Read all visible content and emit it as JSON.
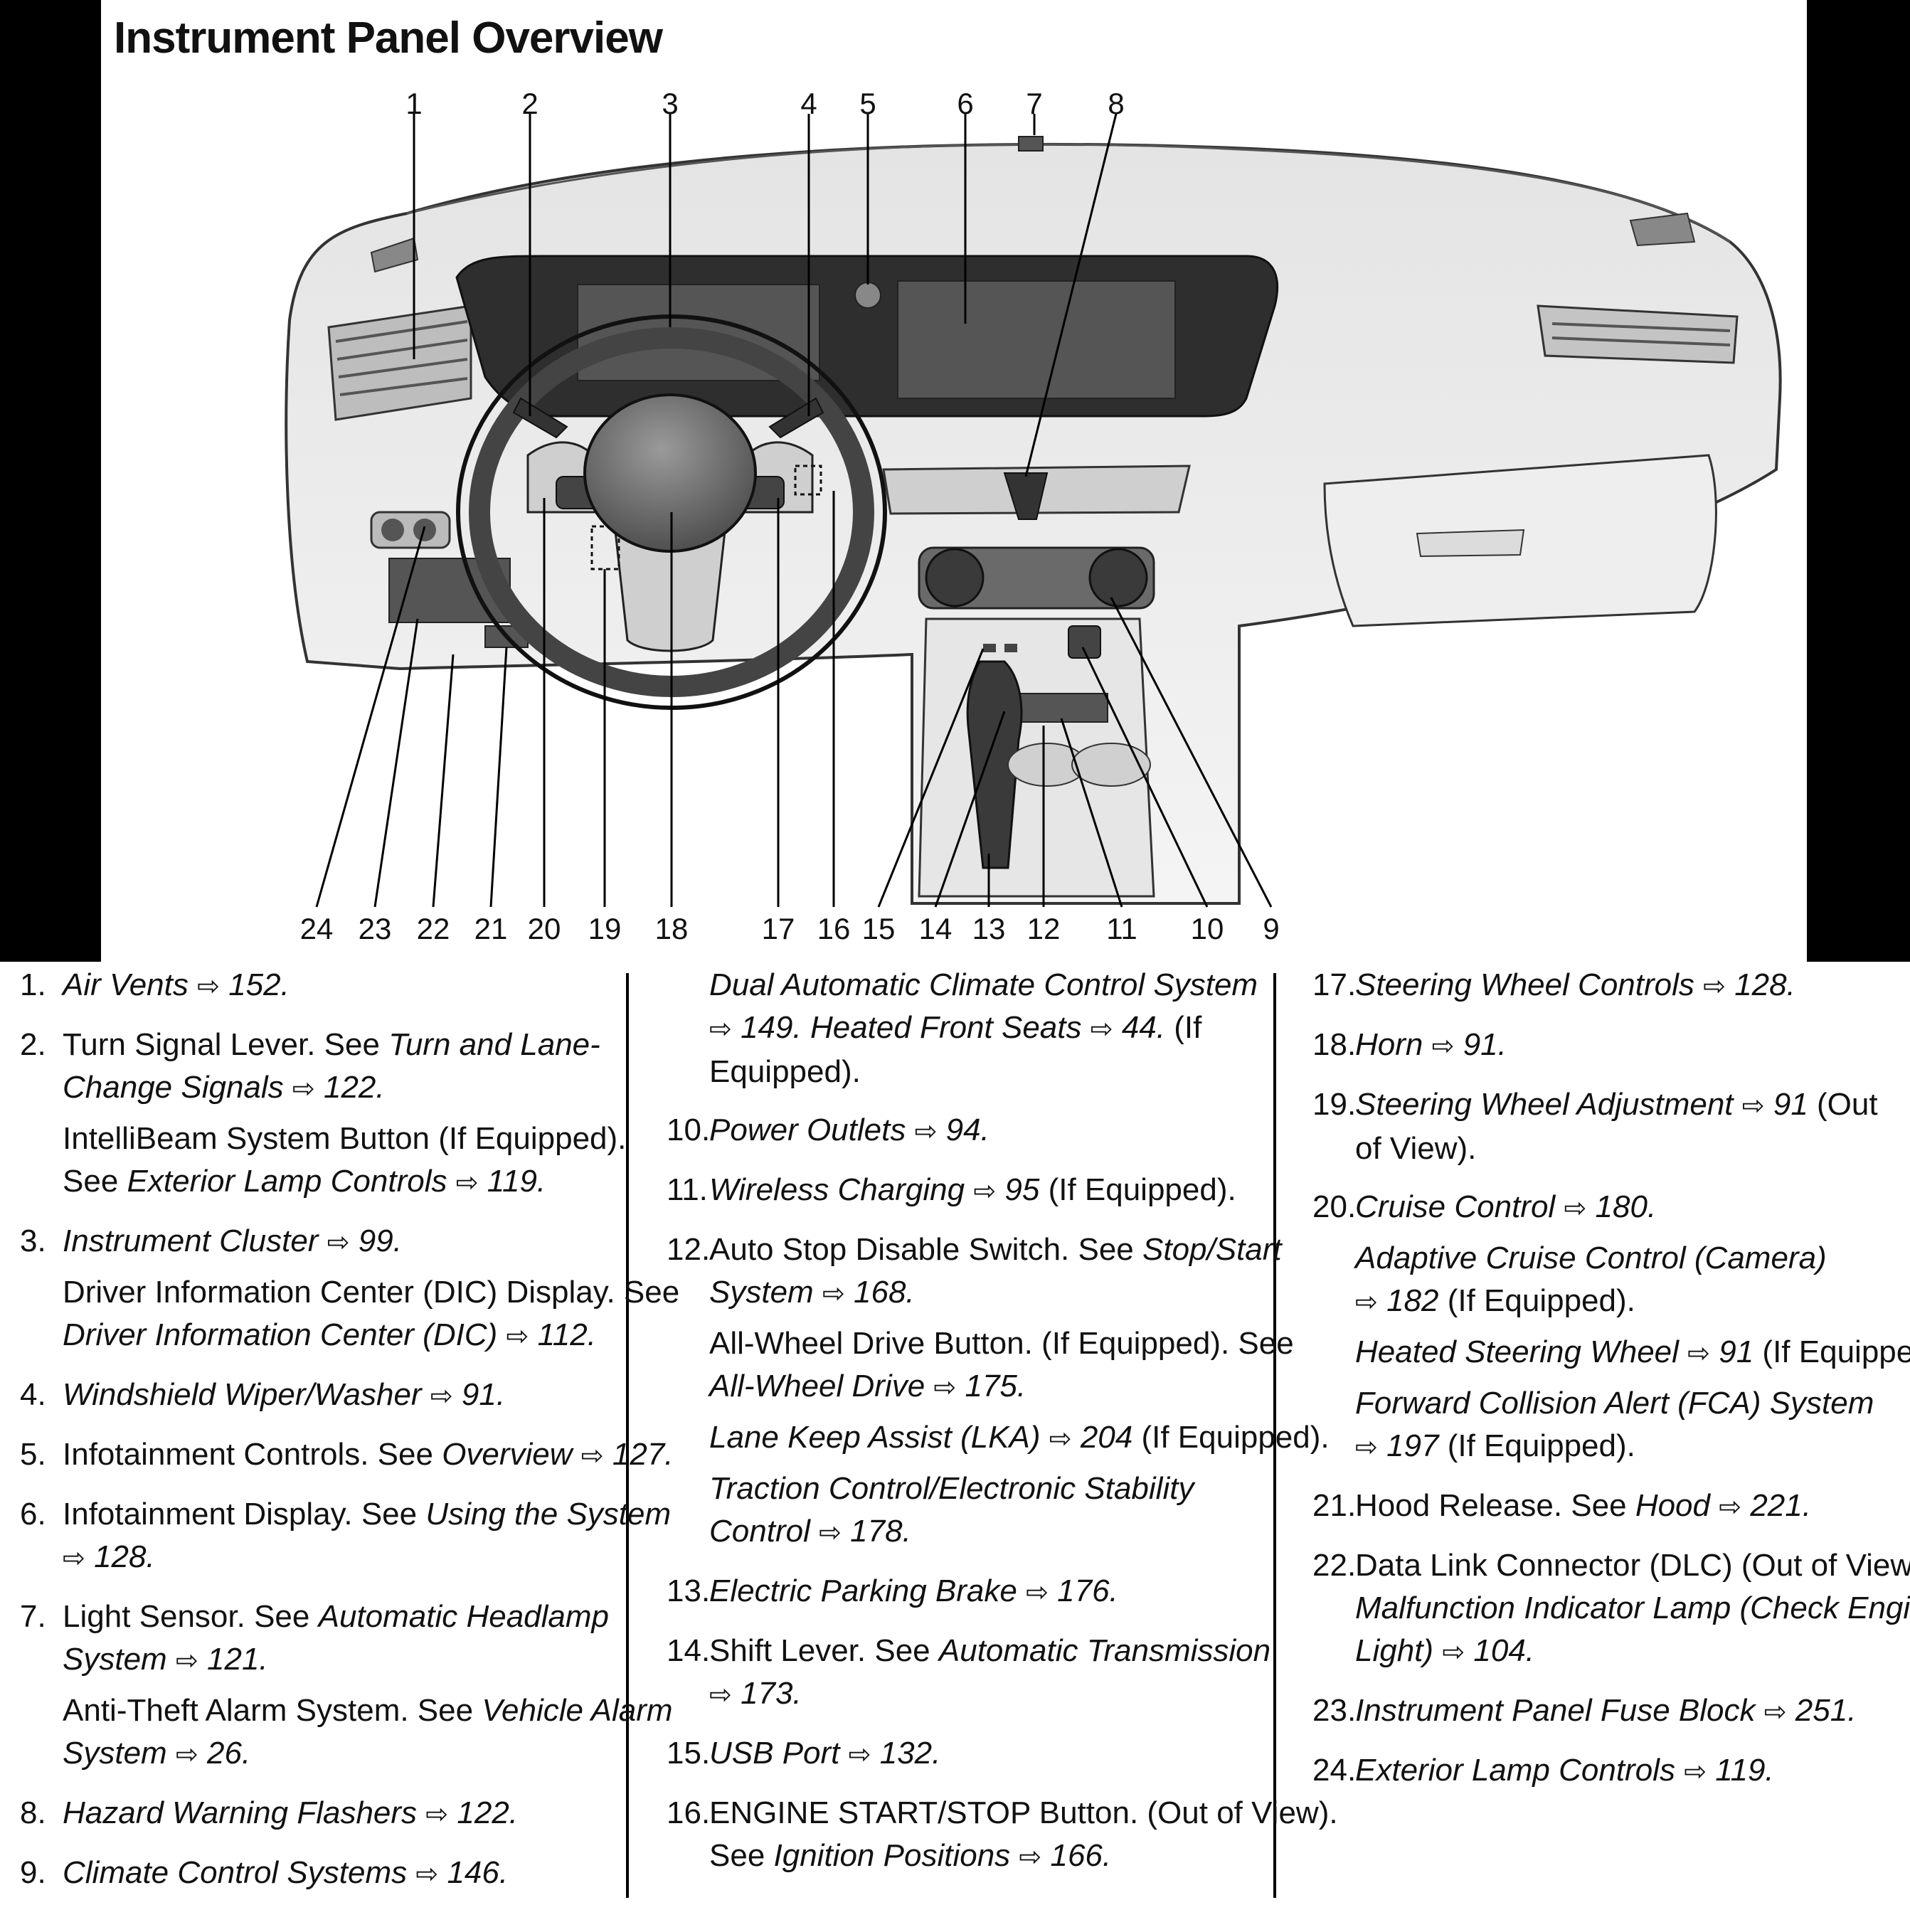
{
  "title": "Instrument Panel Overview",
  "figure": {
    "callouts_top": [
      "1",
      "2",
      "3",
      "4",
      "5",
      "6",
      "7",
      "8"
    ],
    "callouts_bottom": [
      "24",
      "23",
      "22",
      "21",
      "20",
      "19",
      "18",
      "17",
      "16",
      "15",
      "14",
      "13",
      "12",
      "11",
      "10",
      "9"
    ]
  },
  "arrow_glyph": "⇨",
  "col1": {
    "e1": {
      "num": "1.",
      "t1": "Air Vents",
      "p1": "152."
    },
    "e2": {
      "num": "2.",
      "a": "Turn Signal Lever. See ",
      "b": "Turn and Lane-",
      "c": "Change Signals",
      "p1": "122.",
      "d": "IntelliBeam System Button (If Equipped).",
      "e": "See ",
      "f": "Exterior Lamp Controls",
      "p2": "119."
    },
    "e3": {
      "num": "3.",
      "a": "Instrument Cluster",
      "p1": "99.",
      "b": "Driver Information Center (DIC) Display. See",
      "c": "Driver Information Center (DIC)",
      "p2": "112."
    },
    "e4": {
      "num": "4.",
      "a": "Windshield Wiper/Washer",
      "p1": "91."
    },
    "e5": {
      "num": "5.",
      "a": "Infotainment Controls. See ",
      "b": "Overview",
      "p1": "127."
    },
    "e6": {
      "num": "6.",
      "a": "Infotainment Display. See ",
      "b": "Using the System",
      "p1": "128."
    },
    "e7": {
      "num": "7.",
      "a": "Light Sensor. See ",
      "b": "Automatic Headlamp",
      "c": "System",
      "p1": "121.",
      "d": "Anti-Theft Alarm System. See ",
      "e": "Vehicle Alarm",
      "f": "System",
      "p2": "26."
    },
    "e8": {
      "num": "8.",
      "a": "Hazard Warning Flashers",
      "p1": "122."
    },
    "e9": {
      "num": "9.",
      "a": "Climate Control Systems",
      "p1": "146."
    }
  },
  "col2": {
    "c9": {
      "a": "Dual Automatic Climate Control System",
      "p1": "149.",
      "b": "Heated Front Seats",
      "p2": "44.",
      "c": " (If Equipped)."
    },
    "e10": {
      "num": "10.",
      "a": "Power Outlets",
      "p1": "94."
    },
    "e11": {
      "num": "11.",
      "a": "Wireless Charging",
      "p1": "95",
      "b": " (If Equipped)."
    },
    "e12": {
      "num": "12.",
      "a": "Auto Stop Disable Switch. See ",
      "b": "Stop/Start",
      "c": "System",
      "p1": "168.",
      "d": "All-Wheel Drive Button. (If Equipped). See",
      "e": "All-Wheel Drive",
      "p2": "175.",
      "f": "Lane Keep Assist (LKA)",
      "p3": "204",
      "g": " (If Equipped).",
      "h": "Traction Control/Electronic Stability",
      "i": "Control",
      "p4": "178."
    },
    "e13": {
      "num": "13.",
      "a": "Electric Parking Brake",
      "p1": "176."
    },
    "e14": {
      "num": "14.",
      "a": "Shift Lever. See ",
      "b": "Automatic Transmission",
      "p1": "173."
    },
    "e15": {
      "num": "15.",
      "a": "USB Port",
      "p1": "132."
    },
    "e16": {
      "num": "16.",
      "a": "ENGINE START/STOP Button. (Out of View).",
      "b": "See ",
      "c": "Ignition Positions",
      "p1": "166."
    }
  },
  "col3": {
    "e17": {
      "num": "17.",
      "a": "Steering Wheel Controls",
      "p1": "128."
    },
    "e18": {
      "num": "18.",
      "a": "Horn",
      "p1": "91."
    },
    "e19": {
      "num": "19.",
      "a": "Steering Wheel Adjustment",
      "p1": "91",
      "b": " (Out",
      "c": "of View)."
    },
    "e20": {
      "num": "20.",
      "a": "Cruise Control",
      "p1": "180.",
      "b": "Adaptive Cruise Control (Camera)",
      "p2": "182",
      "c": " (If Equipped).",
      "d": "Heated Steering Wheel",
      "p3": "91",
      "e": " (If Equipped).",
      "f": "Forward Collision Alert (FCA) System",
      "p4": "197",
      "g": " (If Equipped)."
    },
    "e21": {
      "num": "21.",
      "a": "Hood Release. See ",
      "b": "Hood",
      "p1": "221."
    },
    "e22": {
      "num": "22.",
      "a": "Data Link Connector (DLC) (Out of View). See",
      "b": "Malfunction Indicator Lamp (Check Engine",
      "c": "Light)",
      "p1": "104."
    },
    "e23": {
      "num": "23.",
      "a": "Instrument Panel Fuse Block",
      "p1": "251."
    },
    "e24": {
      "num": "24.",
      "a": "Exterior Lamp Controls",
      "p1": "119."
    }
  }
}
